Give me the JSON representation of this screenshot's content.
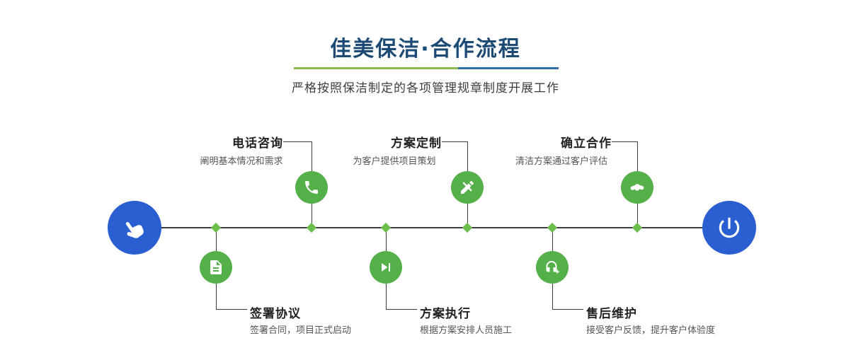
{
  "header": {
    "title": "佳美保洁·合作流程",
    "subtitle": "严格按照保洁制定的各项管理规章制度开展工作"
  },
  "colors": {
    "title_color": "#1b4a74",
    "step_green": "#54b14a",
    "diamond_green": "#6abf4b",
    "node_blue": "#2a5fd1",
    "divider_green": "#8cb94d",
    "divider_blue": "#2f6ea5",
    "line_color": "#3c3c3c"
  },
  "timeline": {
    "start_icon": "hand-pointer-icon",
    "end_icon": "power-icon",
    "steps_top": [
      {
        "title": "电话咨询",
        "desc": "阐明基本情况和需求",
        "icon": "phone-icon"
      },
      {
        "title": "方案定制",
        "desc": "为客户提供项目策划",
        "icon": "pen-icon"
      },
      {
        "title": "确立合作",
        "desc": "清洁方案通过客户评估",
        "icon": "handshake-icon"
      }
    ],
    "steps_bottom": [
      {
        "title": "签署协议",
        "desc": "签署合同，项目正式启动",
        "icon": "contract-icon"
      },
      {
        "title": "方案执行",
        "desc": "根据方案安排人员施工",
        "icon": "play-icon"
      },
      {
        "title": "售后维护",
        "desc": "接受客户反馈，提升客户体验度",
        "icon": "headset-icon"
      }
    ]
  }
}
